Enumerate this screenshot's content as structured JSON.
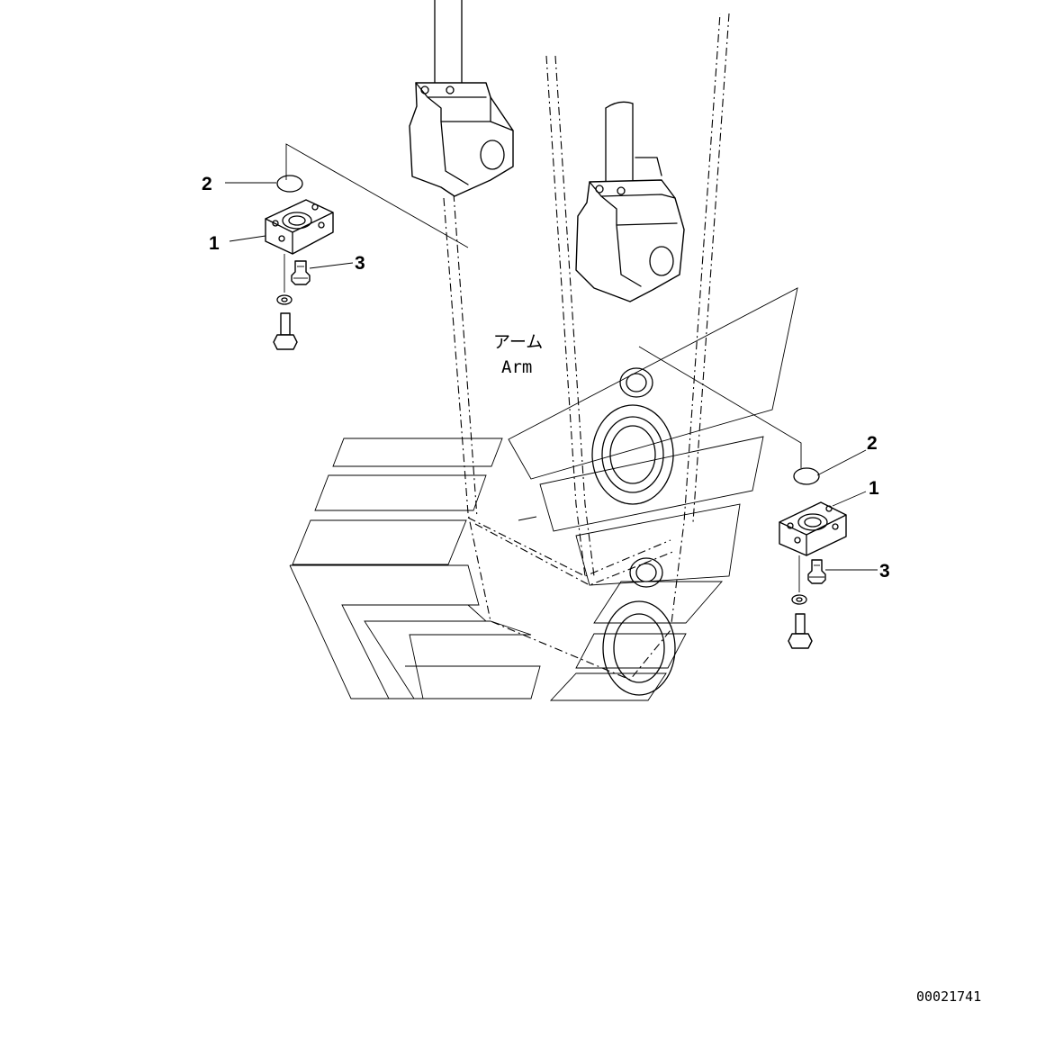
{
  "diagram": {
    "arm_label_jp": "アーム",
    "arm_label_en": "Arm",
    "callouts": {
      "left": {
        "flange": "1",
        "oring": "2",
        "fitting": "3"
      },
      "right": {
        "flange": "1",
        "oring": "2",
        "fitting": "3"
      }
    },
    "drawing_number": "00021741"
  }
}
